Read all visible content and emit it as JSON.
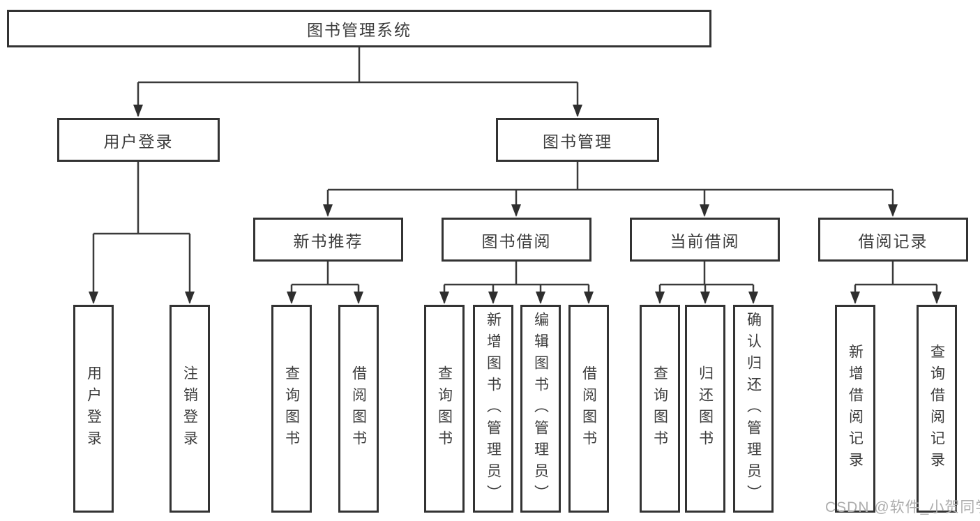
{
  "diagram": {
    "title": "图书管理系统",
    "root": {
      "label": "图书管理系统"
    },
    "level2": [
      {
        "label": "用户登录"
      },
      {
        "label": "图书管理"
      }
    ],
    "level3": [
      {
        "label": "新书推荐"
      },
      {
        "label": "图书借阅"
      },
      {
        "label": "当前借阅"
      },
      {
        "label": "借阅记录"
      }
    ],
    "leaves": [
      {
        "label": "用户登录"
      },
      {
        "label": "注销登录"
      },
      {
        "label": "查询图书"
      },
      {
        "label": "借阅图书"
      },
      {
        "label": "查询图书"
      },
      {
        "label": "新增图书（管理员）"
      },
      {
        "label": "编辑图书（管理员）"
      },
      {
        "label": "借阅图书"
      },
      {
        "label": "查询图书"
      },
      {
        "label": "归还图书"
      },
      {
        "label": "确认归还（管理员）"
      },
      {
        "label": "新增借阅记录"
      },
      {
        "label": "查询借阅记录"
      }
    ]
  },
  "watermark": {
    "text": "CSDN @软件_小贺同学"
  },
  "colors": {
    "background": "#ffffff",
    "line": "#3a3a3a",
    "arrow": "#2e2e2e",
    "box_border": "#333333",
    "text": "#3d3d3d",
    "watermark": "#aeaeae"
  }
}
